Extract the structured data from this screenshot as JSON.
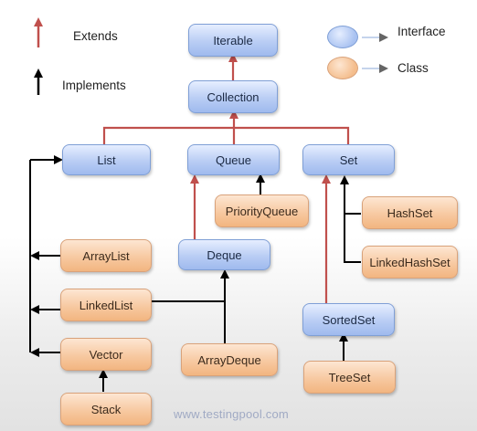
{
  "legend": {
    "extends": "Extends",
    "implements": "Implements",
    "interface": "Interface",
    "class": "Class"
  },
  "nodes": {
    "iterable": "Iterable",
    "collection": "Collection",
    "list": "List",
    "queue": "Queue",
    "set": "Set",
    "priorityqueue": "PriorityQueue",
    "hashset": "HashSet",
    "linkedhashset": "LinkedHashSet",
    "arraylist": "ArrayList",
    "deque": "Deque",
    "linkedlist": "LinkedList",
    "vector": "Vector",
    "arraydeque": "ArrayDeque",
    "sortedset": "SortedSet",
    "treeset": "TreeSet",
    "stack": "Stack"
  },
  "colors": {
    "extends_arrow": "#c0504d",
    "implements_arrow": "#000000",
    "interface_fill": "#b9cdf4",
    "class_fill": "#f7c9a1"
  },
  "watermark": "www.testingpool.com"
}
